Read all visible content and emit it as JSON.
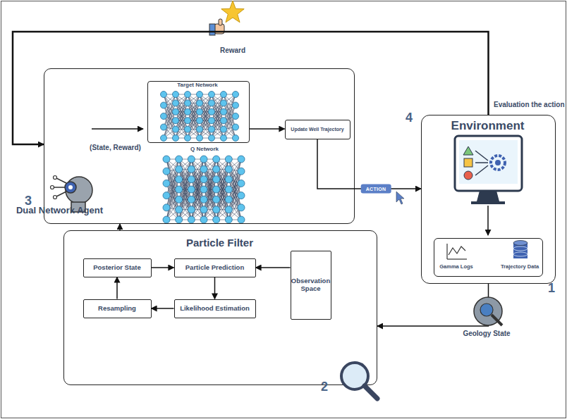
{
  "diagram": {
    "nodes": [
      {
        "text": [
          "(State, Reward)",
          "Dual Network Agent"
        ]
      },
      {
        "text": [
          "Target Network"
        ],
        "in": 0
      },
      {
        "text": [
          "Update Well Trajectory"
        ],
        "in": 0
      },
      {
        "text": [
          "Environment"
        ]
      },
      {
        "text": [
          "Gamma Logs",
          "Trajectory Data"
        ],
        "in": 3
      },
      {
        "text": [
          "Particle Filter"
        ]
      },
      {
        "text": [
          "Posterior State"
        ],
        "in": 5
      },
      {
        "text": [
          "Particle Prediction"
        ],
        "in": 5
      },
      {
        "text": [
          "Observation Space"
        ],
        "in": 5
      },
      {
        "text": [
          "Likelihood Estimation"
        ],
        "in": 5
      },
      {
        "text": [
          "Resampling"
        ],
        "in": 5
      }
    ],
    "edges": [
      {
        "from": 3,
        "to": 0,
        "arrow": "to",
        "label": "Reward"
      },
      {
        "from": 1,
        "to": 2,
        "arrow": "to"
      },
      {
        "from": 2,
        "to": 3,
        "arrow": "to",
        "label": "ACTION"
      },
      {
        "from": 3,
        "to": 5,
        "arrow": "to"
      },
      {
        "from": 5,
        "to": 0,
        "arrow": "to"
      },
      {
        "from": 8,
        "to": 7,
        "arrow": "to"
      },
      {
        "from": 7,
        "to": 9,
        "arrow": "to"
      },
      {
        "from": 9,
        "to": 10,
        "arrow": "to"
      },
      {
        "from": 10,
        "to": 6,
        "arrow": "to"
      },
      {
        "from": 6,
        "to": 7,
        "arrow": "to"
      }
    ],
    "labels": [
      "Evaluation the action",
      "4",
      "Q Network",
      "3",
      "1",
      "Geology State",
      "2"
    ]
  }
}
